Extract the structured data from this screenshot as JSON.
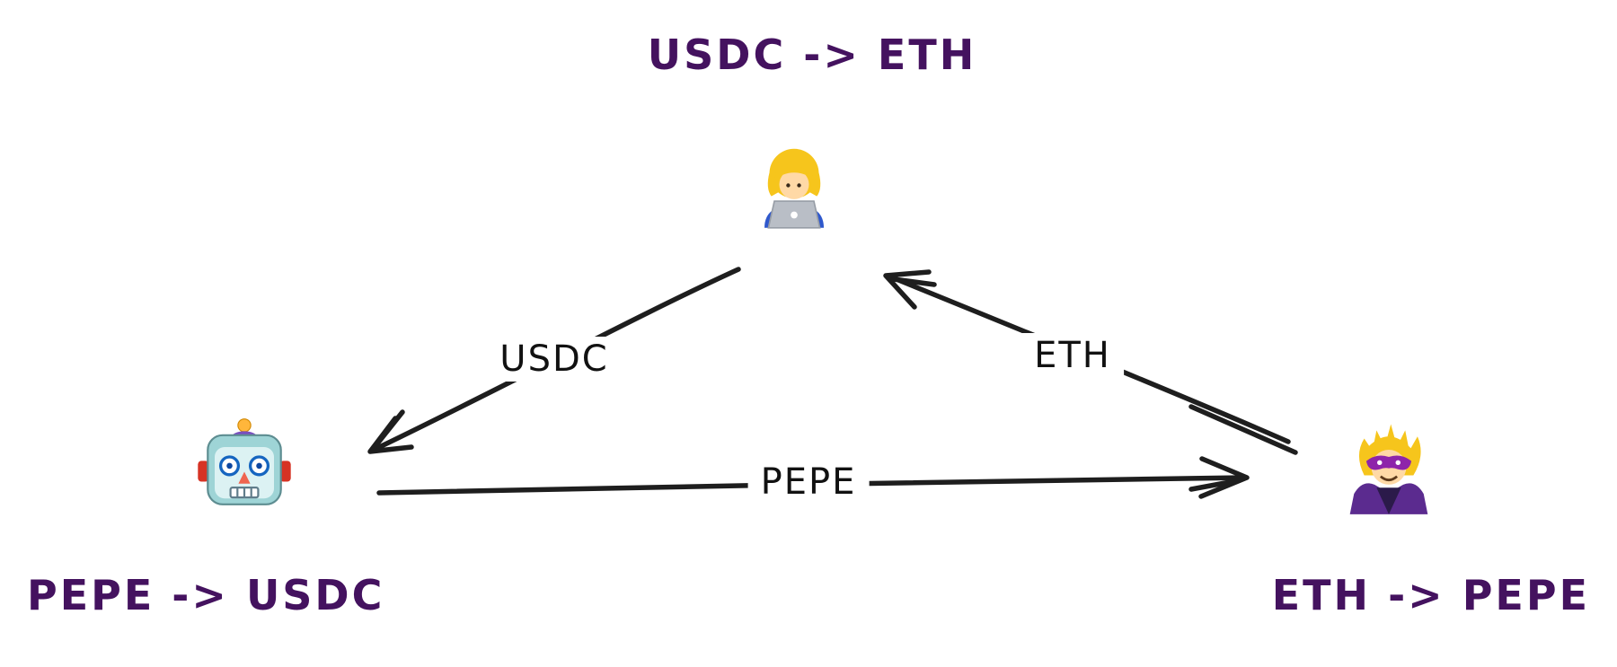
{
  "diagram": {
    "nodes": [
      {
        "id": "trader",
        "icon": "woman-technologist-icon",
        "label": "USDC -> ETH",
        "label_position": "top-center"
      },
      {
        "id": "bot",
        "icon": "robot-icon",
        "label": "PEPE -> USDC",
        "label_position": "bottom-left"
      },
      {
        "id": "villain",
        "icon": "supervillain-icon",
        "label": "ETH -> PEPE",
        "label_position": "bottom-right"
      }
    ],
    "edges": [
      {
        "from": "trader",
        "to": "bot",
        "label": "USDC"
      },
      {
        "from": "bot",
        "to": "villain",
        "label": "PEPE"
      },
      {
        "from": "villain",
        "to": "trader",
        "label": "ETH"
      }
    ],
    "colors": {
      "node_label": "#44125f",
      "edge_stroke": "#1e1e1e",
      "edge_label": "#111111",
      "background": "#ffffff"
    }
  }
}
